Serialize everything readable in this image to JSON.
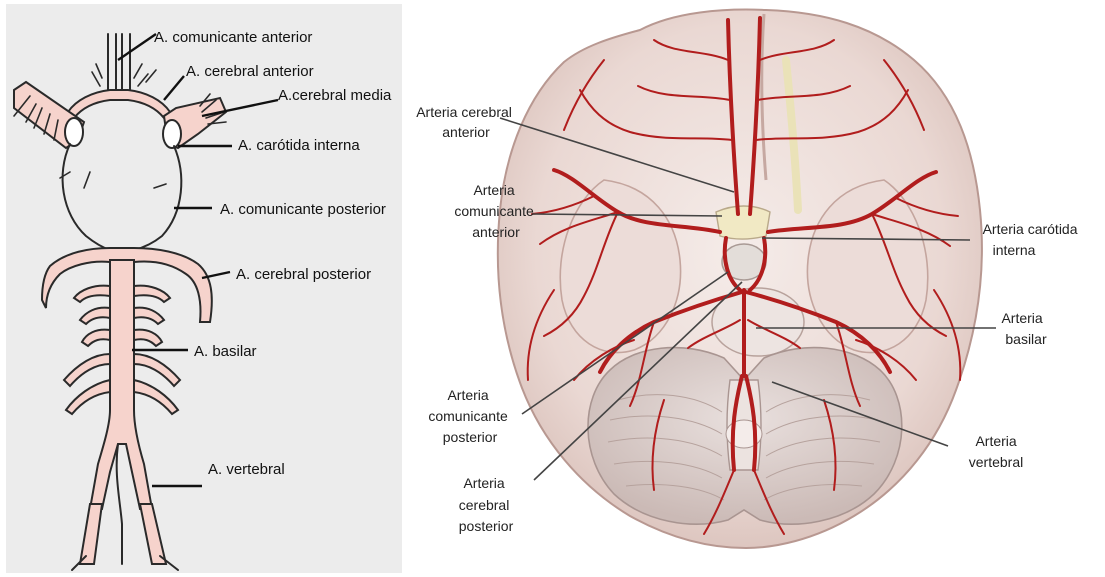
{
  "left_diagram": {
    "labels": {
      "comunicante_anterior": "A. comunicante anterior",
      "cerebral_anterior": "A. cerebral anterior",
      "cerebral_media": "A.cerebral media",
      "carotida_interna": "A. carótida interna",
      "comunicante_posterior": "A. comunicante posterior",
      "cerebral_posterior": "A. cerebral posterior",
      "basilar": "A. basilar",
      "vertebral": "A. vertebral"
    }
  },
  "right_diagram": {
    "labels": {
      "cerebral_anterior": [
        "Arteria cerebral",
        "anterior"
      ],
      "comunicante_anterior": [
        "Arteria",
        "comunicante",
        "anterior"
      ],
      "carotida_interna": [
        "Arteria carótida",
        "interna"
      ],
      "basilar": [
        "Arteria",
        "basilar"
      ],
      "comunicante_posterior": [
        "Arteria",
        "comunicante",
        "posterior"
      ],
      "vertebral": [
        "Arteria",
        "vertebral"
      ],
      "cerebral_posterior": [
        "Arteria",
        "cerebral",
        "posterior"
      ]
    }
  },
  "colors": {
    "artery_fill": "#f6d3cc",
    "artery_red": "#b11d1d",
    "brain_tissue": "#efe3df",
    "left_background": "#ececec"
  }
}
